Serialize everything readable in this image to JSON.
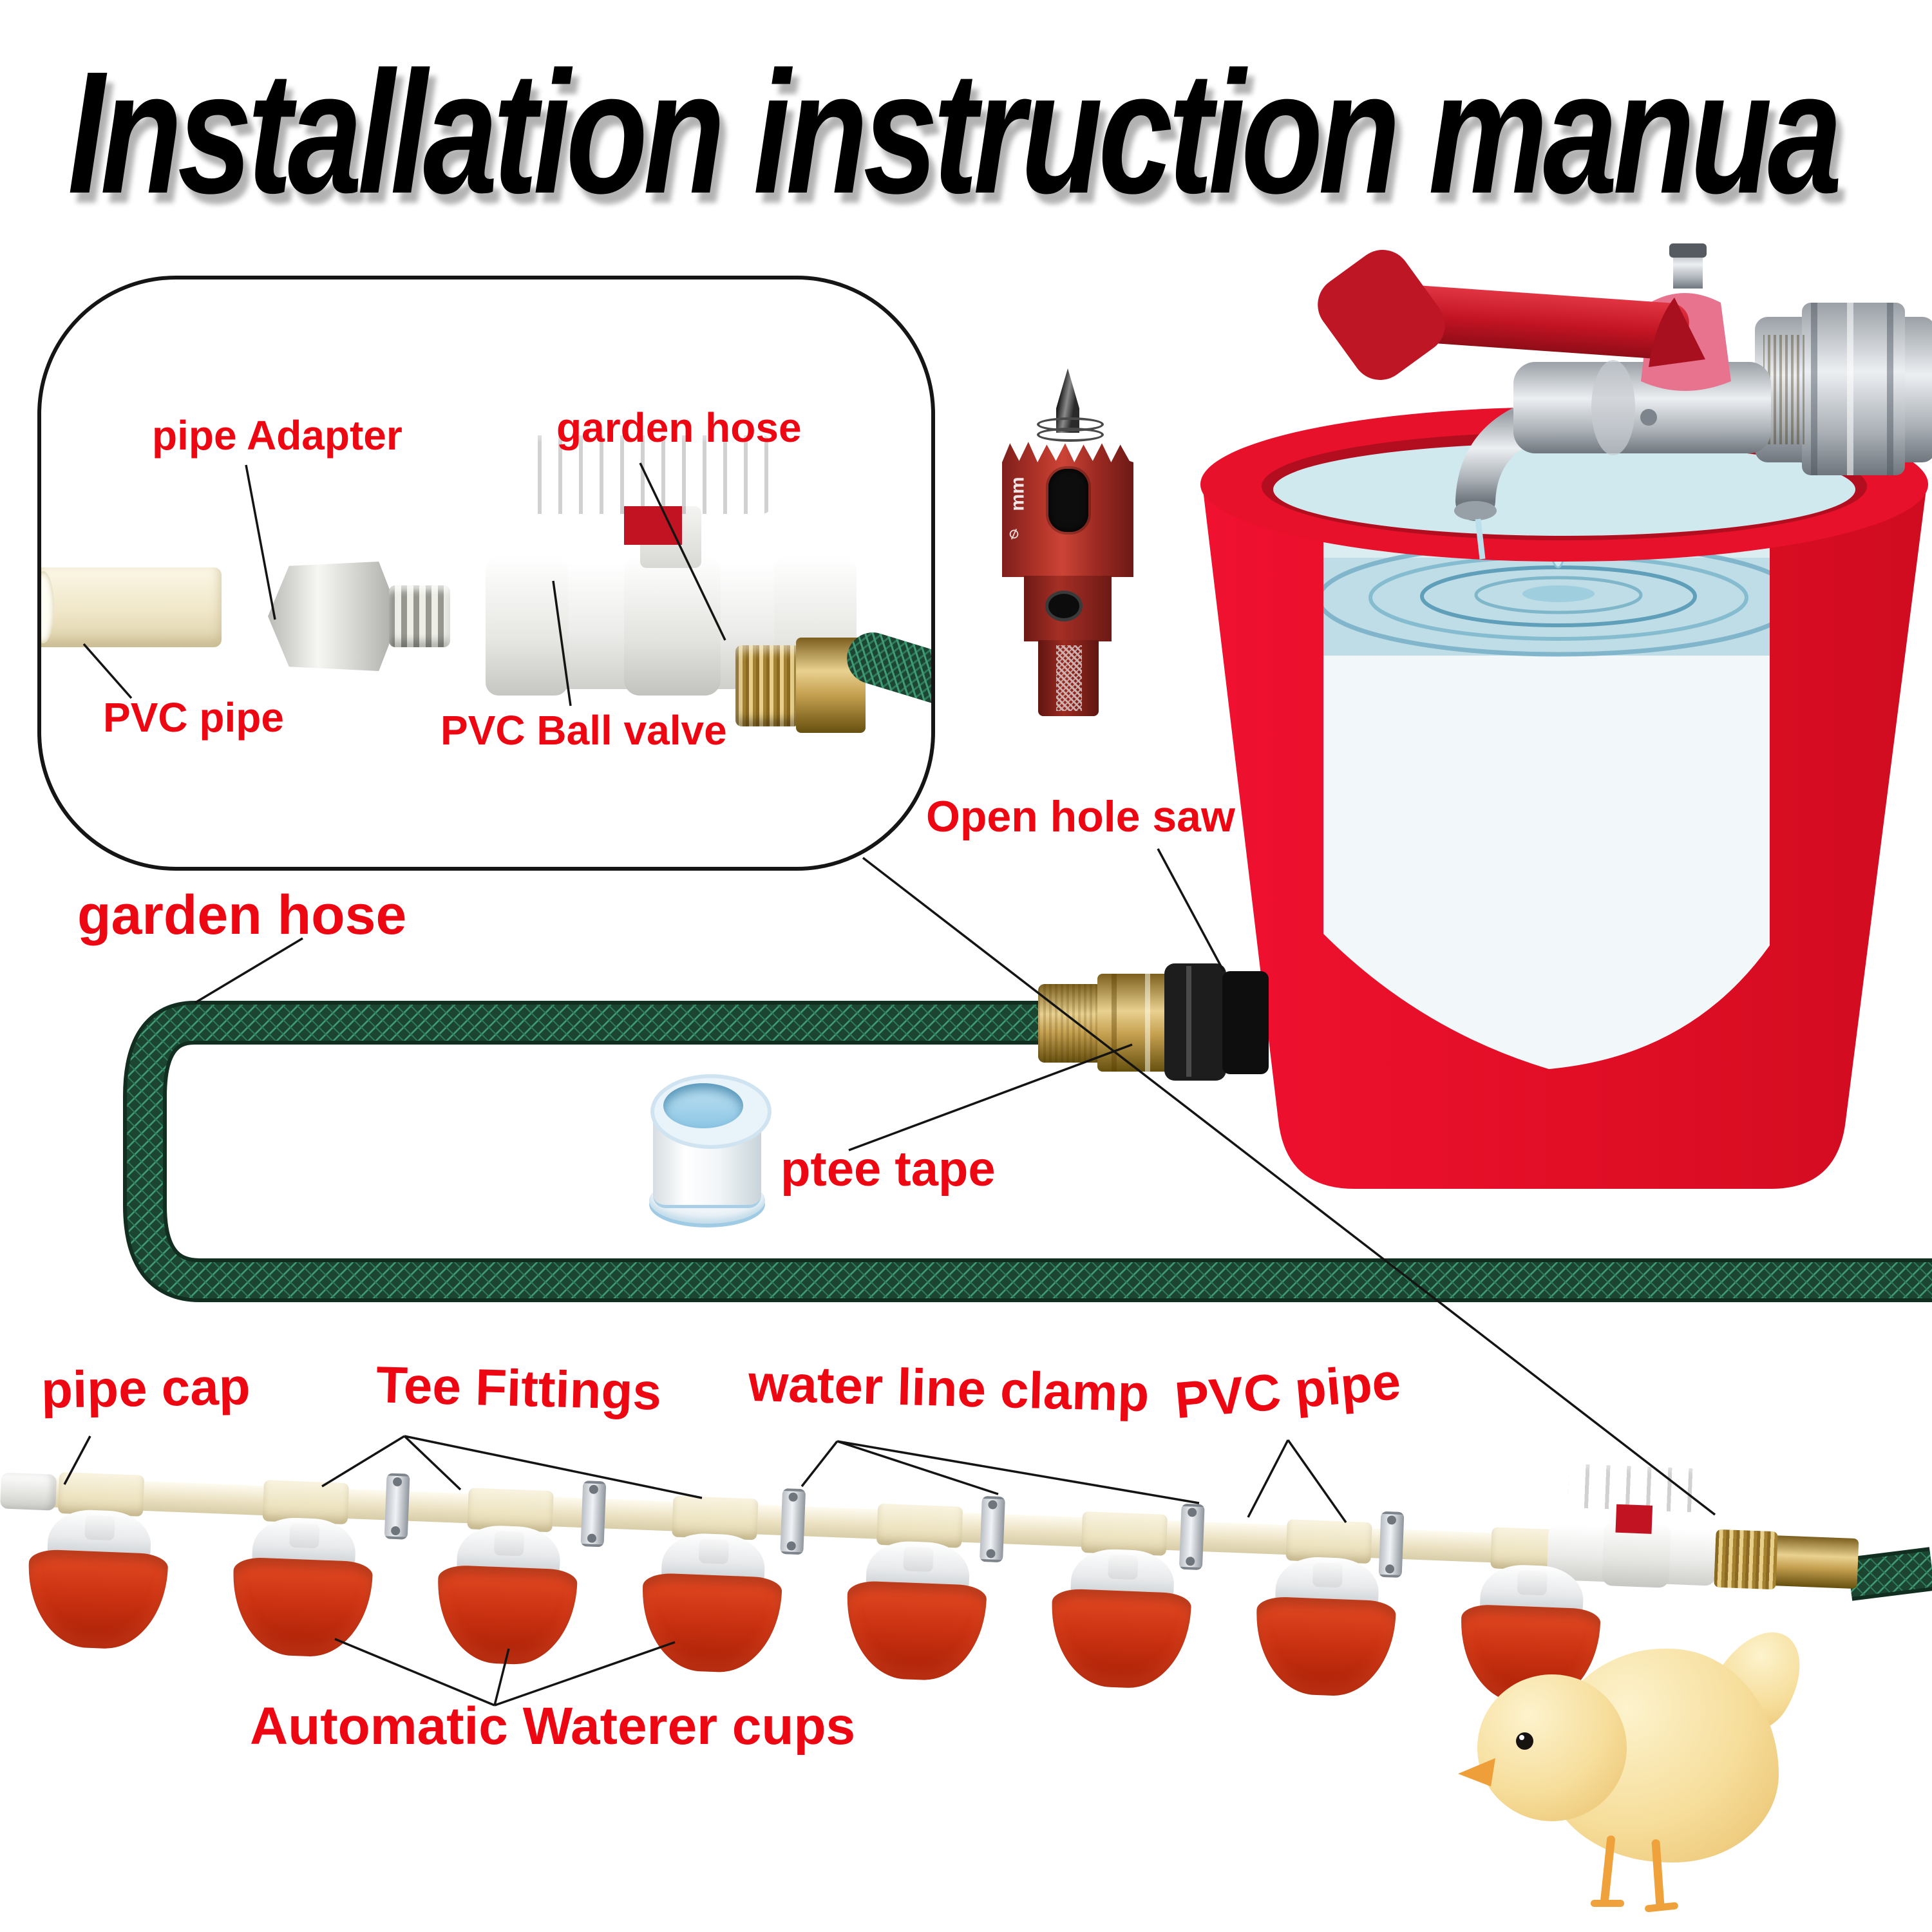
{
  "title": "Installation instruction manua",
  "callout": {
    "pipe_adapter_label": "pipe Adapter",
    "garden_hose_label": "garden hose",
    "pvc_pipe_label": "PVC pipe",
    "pvc_ball_valve_label": "PVC Ball valve"
  },
  "labels": {
    "open_hole_saw": "Open hole saw",
    "garden_hose": "garden hose",
    "ptee_tape": "ptee tape",
    "pipe_cap": "pipe cap",
    "tee_fittings": "Tee Fittings",
    "water_line_clamp": "water line clamp",
    "pvc_pipe": "PVC pipe",
    "automatic_waterer_cups": "Automatic Waterer cups"
  },
  "hole_saw": {
    "marking_mm": "mm",
    "marking_diameter": "⌀"
  },
  "counts": {
    "waterer_cups": 8,
    "water_line_clamps": 6,
    "tee_fittings": 8
  },
  "colors": {
    "label_red": "#ec0712",
    "bucket_red": "#e8112b",
    "cup_red": "#cc3312",
    "hose_green_dark": "#1b4531",
    "hose_green_light": "#3f9b74",
    "pipe_cream": "#ece2c3",
    "brass": "#c9a24a",
    "valve_handle_red": "#c11322",
    "hole_saw_red": "#a52f25",
    "tape_blue": "#8cc6e4",
    "chick_yellow": "#f6dd9a",
    "water_blue": "#bfdde6",
    "title_black": "#000000"
  }
}
